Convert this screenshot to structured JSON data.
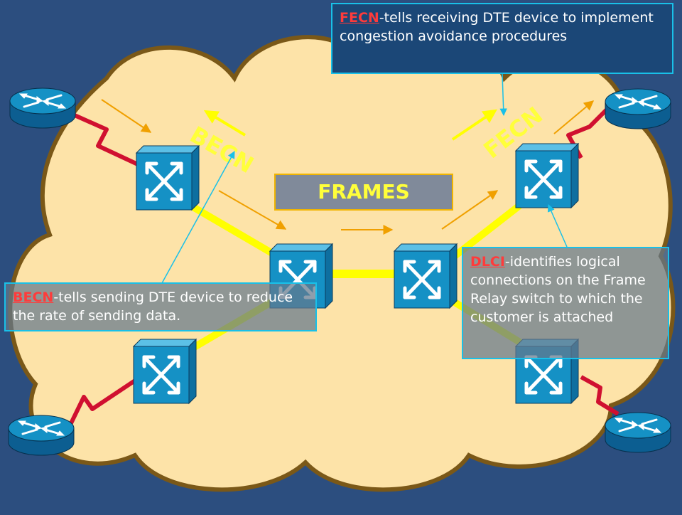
{
  "fecn_callout": {
    "keyword": "FECN",
    "text": "-tells receiving DTE device to implement congestion avoidance procedures"
  },
  "becn_callout": {
    "keyword": "BECN",
    "text": "-tells sending DTE device to reduce the rate of sending data."
  },
  "dlci_callout": {
    "keyword": "DLCI",
    "text": "-identifies logical connections on the Frame Relay switch to which the customer is attached"
  },
  "frames_label": "FRAMES",
  "becn_label": "BECN",
  "fecn_label": "FECN",
  "colors": {
    "background": "#2c4e7f",
    "cloud_fill": "#fde3a8",
    "cloud_outline": "#7a5818",
    "switch": "#1591c5",
    "trunk": "#ffff00",
    "access_link": "#d01030",
    "callout_border": "#19c0e8",
    "keyword": "#ff3b3b",
    "frames_text": "#ffff3a"
  },
  "icons": {
    "switch": "frame-relay-switch-icon",
    "router": "router-icon"
  }
}
